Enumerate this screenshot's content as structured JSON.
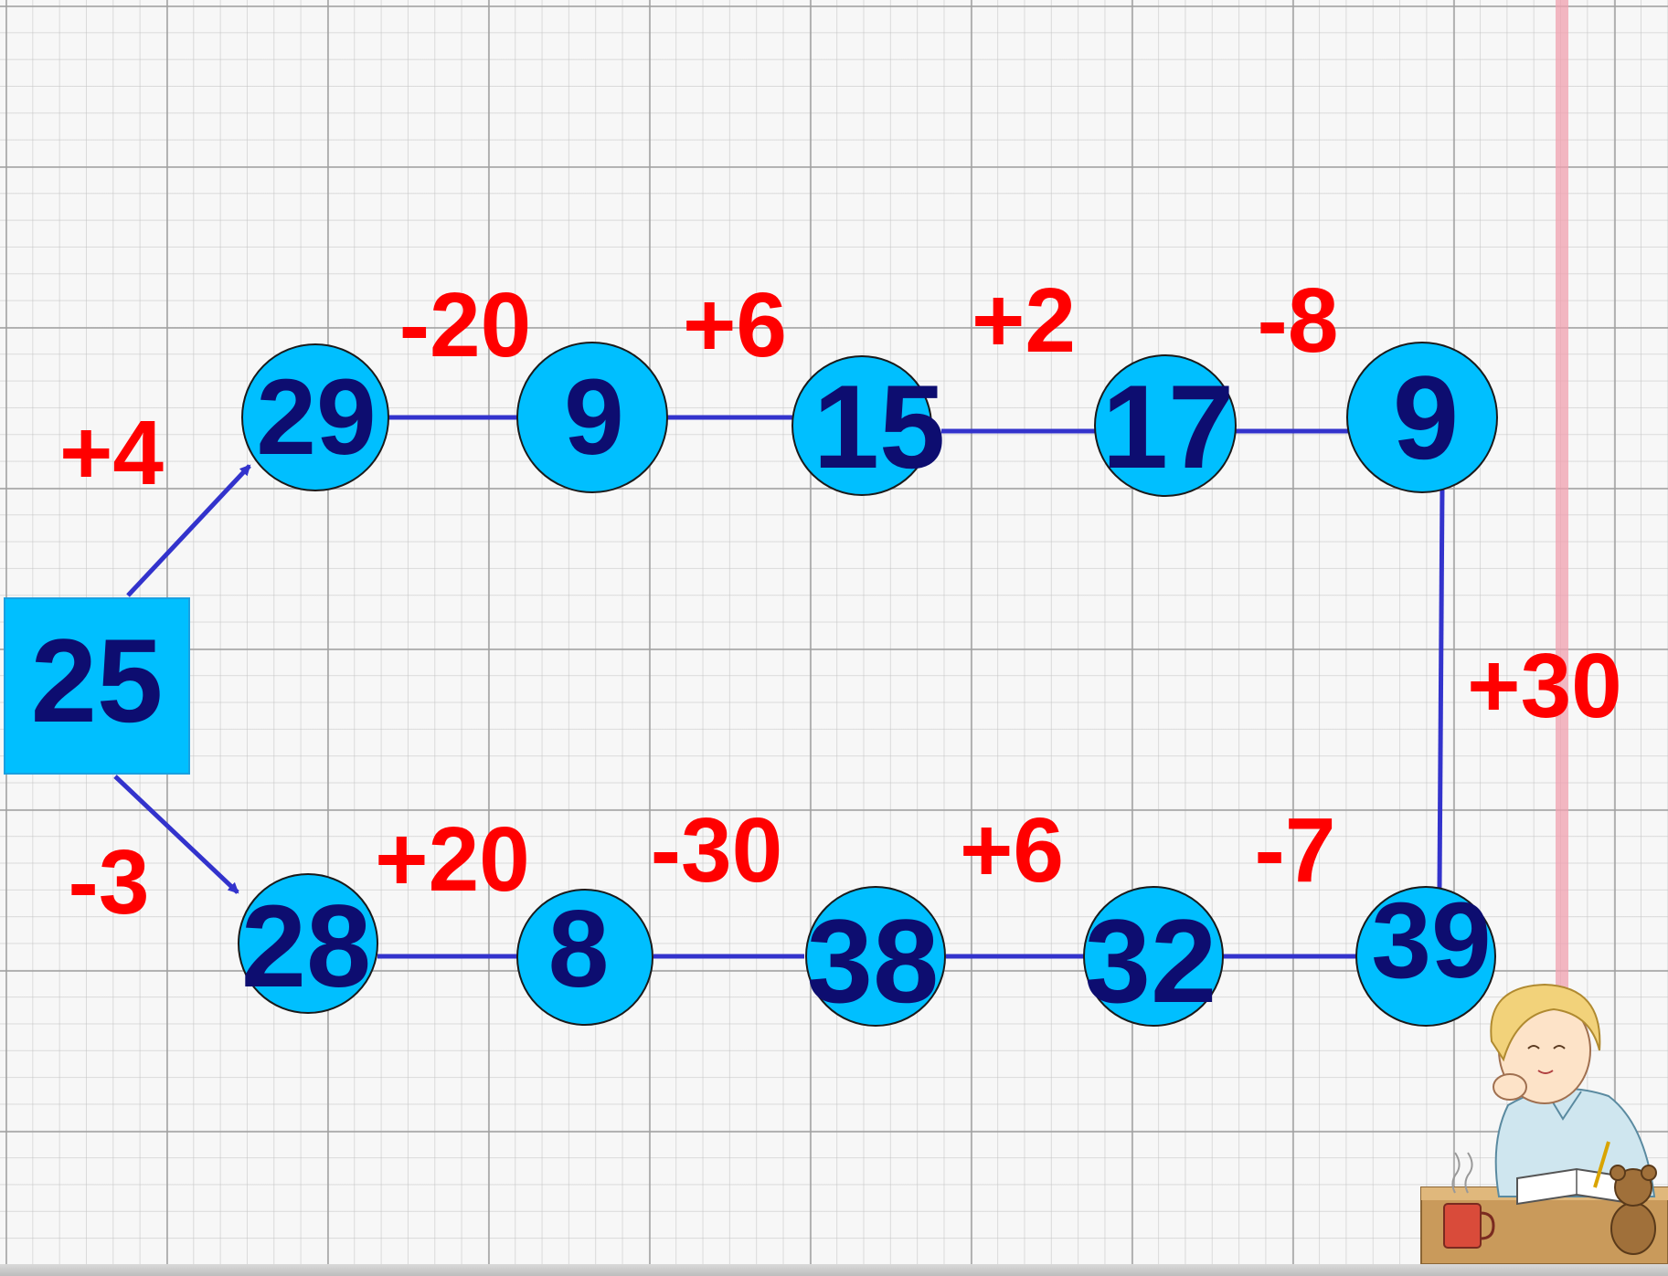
{
  "start": {
    "value": "25"
  },
  "top_row": [
    {
      "value": "29"
    },
    {
      "value": "9"
    },
    {
      "value": "15"
    },
    {
      "value": "17"
    },
    {
      "value": "9"
    }
  ],
  "bottom_row": [
    {
      "value": "28"
    },
    {
      "value": "8"
    },
    {
      "value": "38"
    },
    {
      "value": "32"
    },
    {
      "value": "39"
    }
  ],
  "operations": {
    "start_to_top": "+4",
    "start_to_bottom": "-3",
    "top": [
      "-20",
      "+6",
      "+2",
      "-8"
    ],
    "right_side": "+30",
    "bottom": [
      "+20",
      "-30",
      "+6",
      "-7"
    ]
  },
  "colors": {
    "node_fill": "#00bfff",
    "node_text": "#0d0d70",
    "operation_text": "#ff0000",
    "connector": "#3333cc"
  },
  "illustration": "girl-studying-at-desk-with-teddy-bear-and-mug"
}
